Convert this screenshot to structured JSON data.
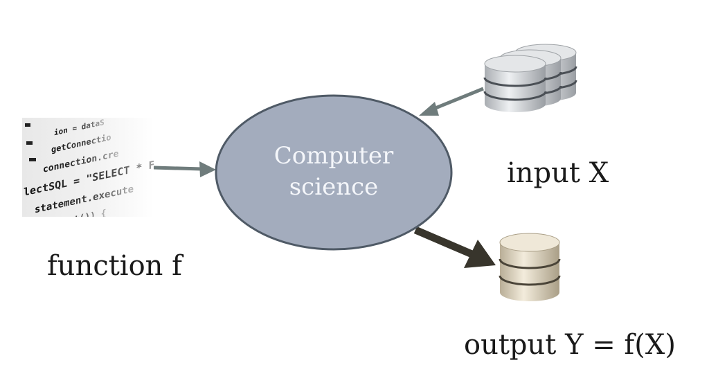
{
  "diagram": {
    "center_node": {
      "line1": "Computer",
      "line2": "science",
      "fill_color": "#a3acbd",
      "stroke_color": "#4f5a66"
    },
    "function_node": {
      "label": "function f",
      "code_lines": [
        "ion = dataS",
        "getConnectio",
        "connection.cre",
        "lectSQL = \"SELECT * FRO",
        "statement.execute",
        "Set.next()) {"
      ]
    },
    "input_node": {
      "label": "input X",
      "icon": "database-stack-icon"
    },
    "output_node": {
      "label": "output Y = f(X)",
      "icon": "database-icon"
    },
    "colors": {
      "input_arrow": "#6f7c7c",
      "output_arrow": "#38352c",
      "input_db": "#c9cccf",
      "output_db": "#d8cfbd"
    }
  }
}
